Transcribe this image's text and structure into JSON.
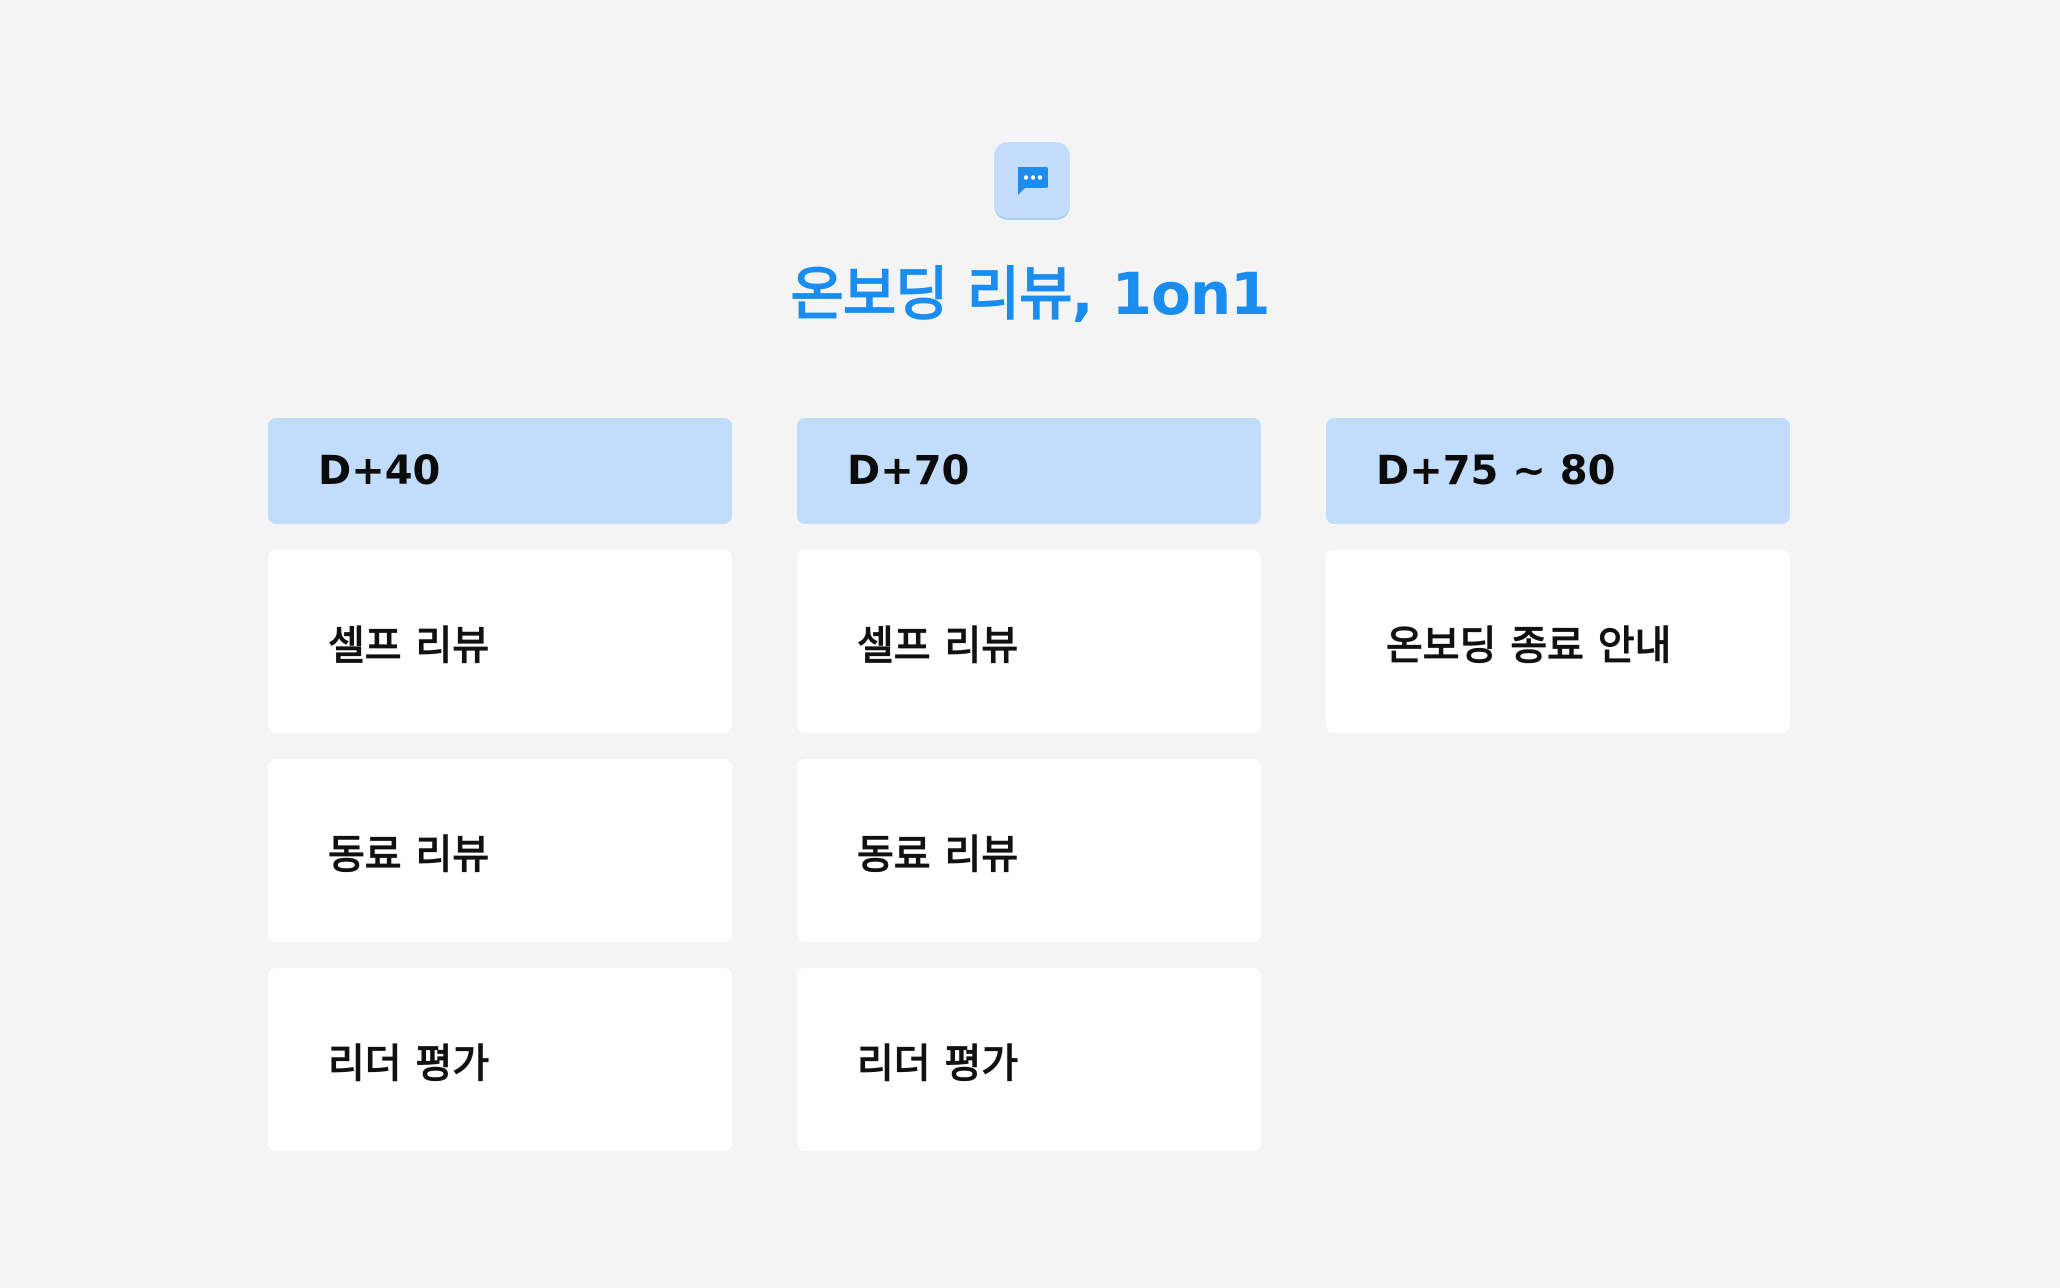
{
  "theme": {
    "accent": "#1b8cf0",
    "header_bg": "#c2ddfb",
    "card_bg": "#ffffff",
    "page_bg": "#f4f4f4"
  },
  "header": {
    "icon": "chat-bubble-icon",
    "title": "온보딩 리뷰, 1on1"
  },
  "columns": [
    {
      "stage": "D+40",
      "items": [
        "셀프 리뷰",
        "동료 리뷰",
        "리더 평가"
      ]
    },
    {
      "stage": "D+70",
      "items": [
        "셀프 리뷰",
        "동료 리뷰",
        "리더 평가"
      ]
    },
    {
      "stage": "D+75 ~ 80",
      "items": [
        "온보딩 종료 안내"
      ]
    }
  ]
}
